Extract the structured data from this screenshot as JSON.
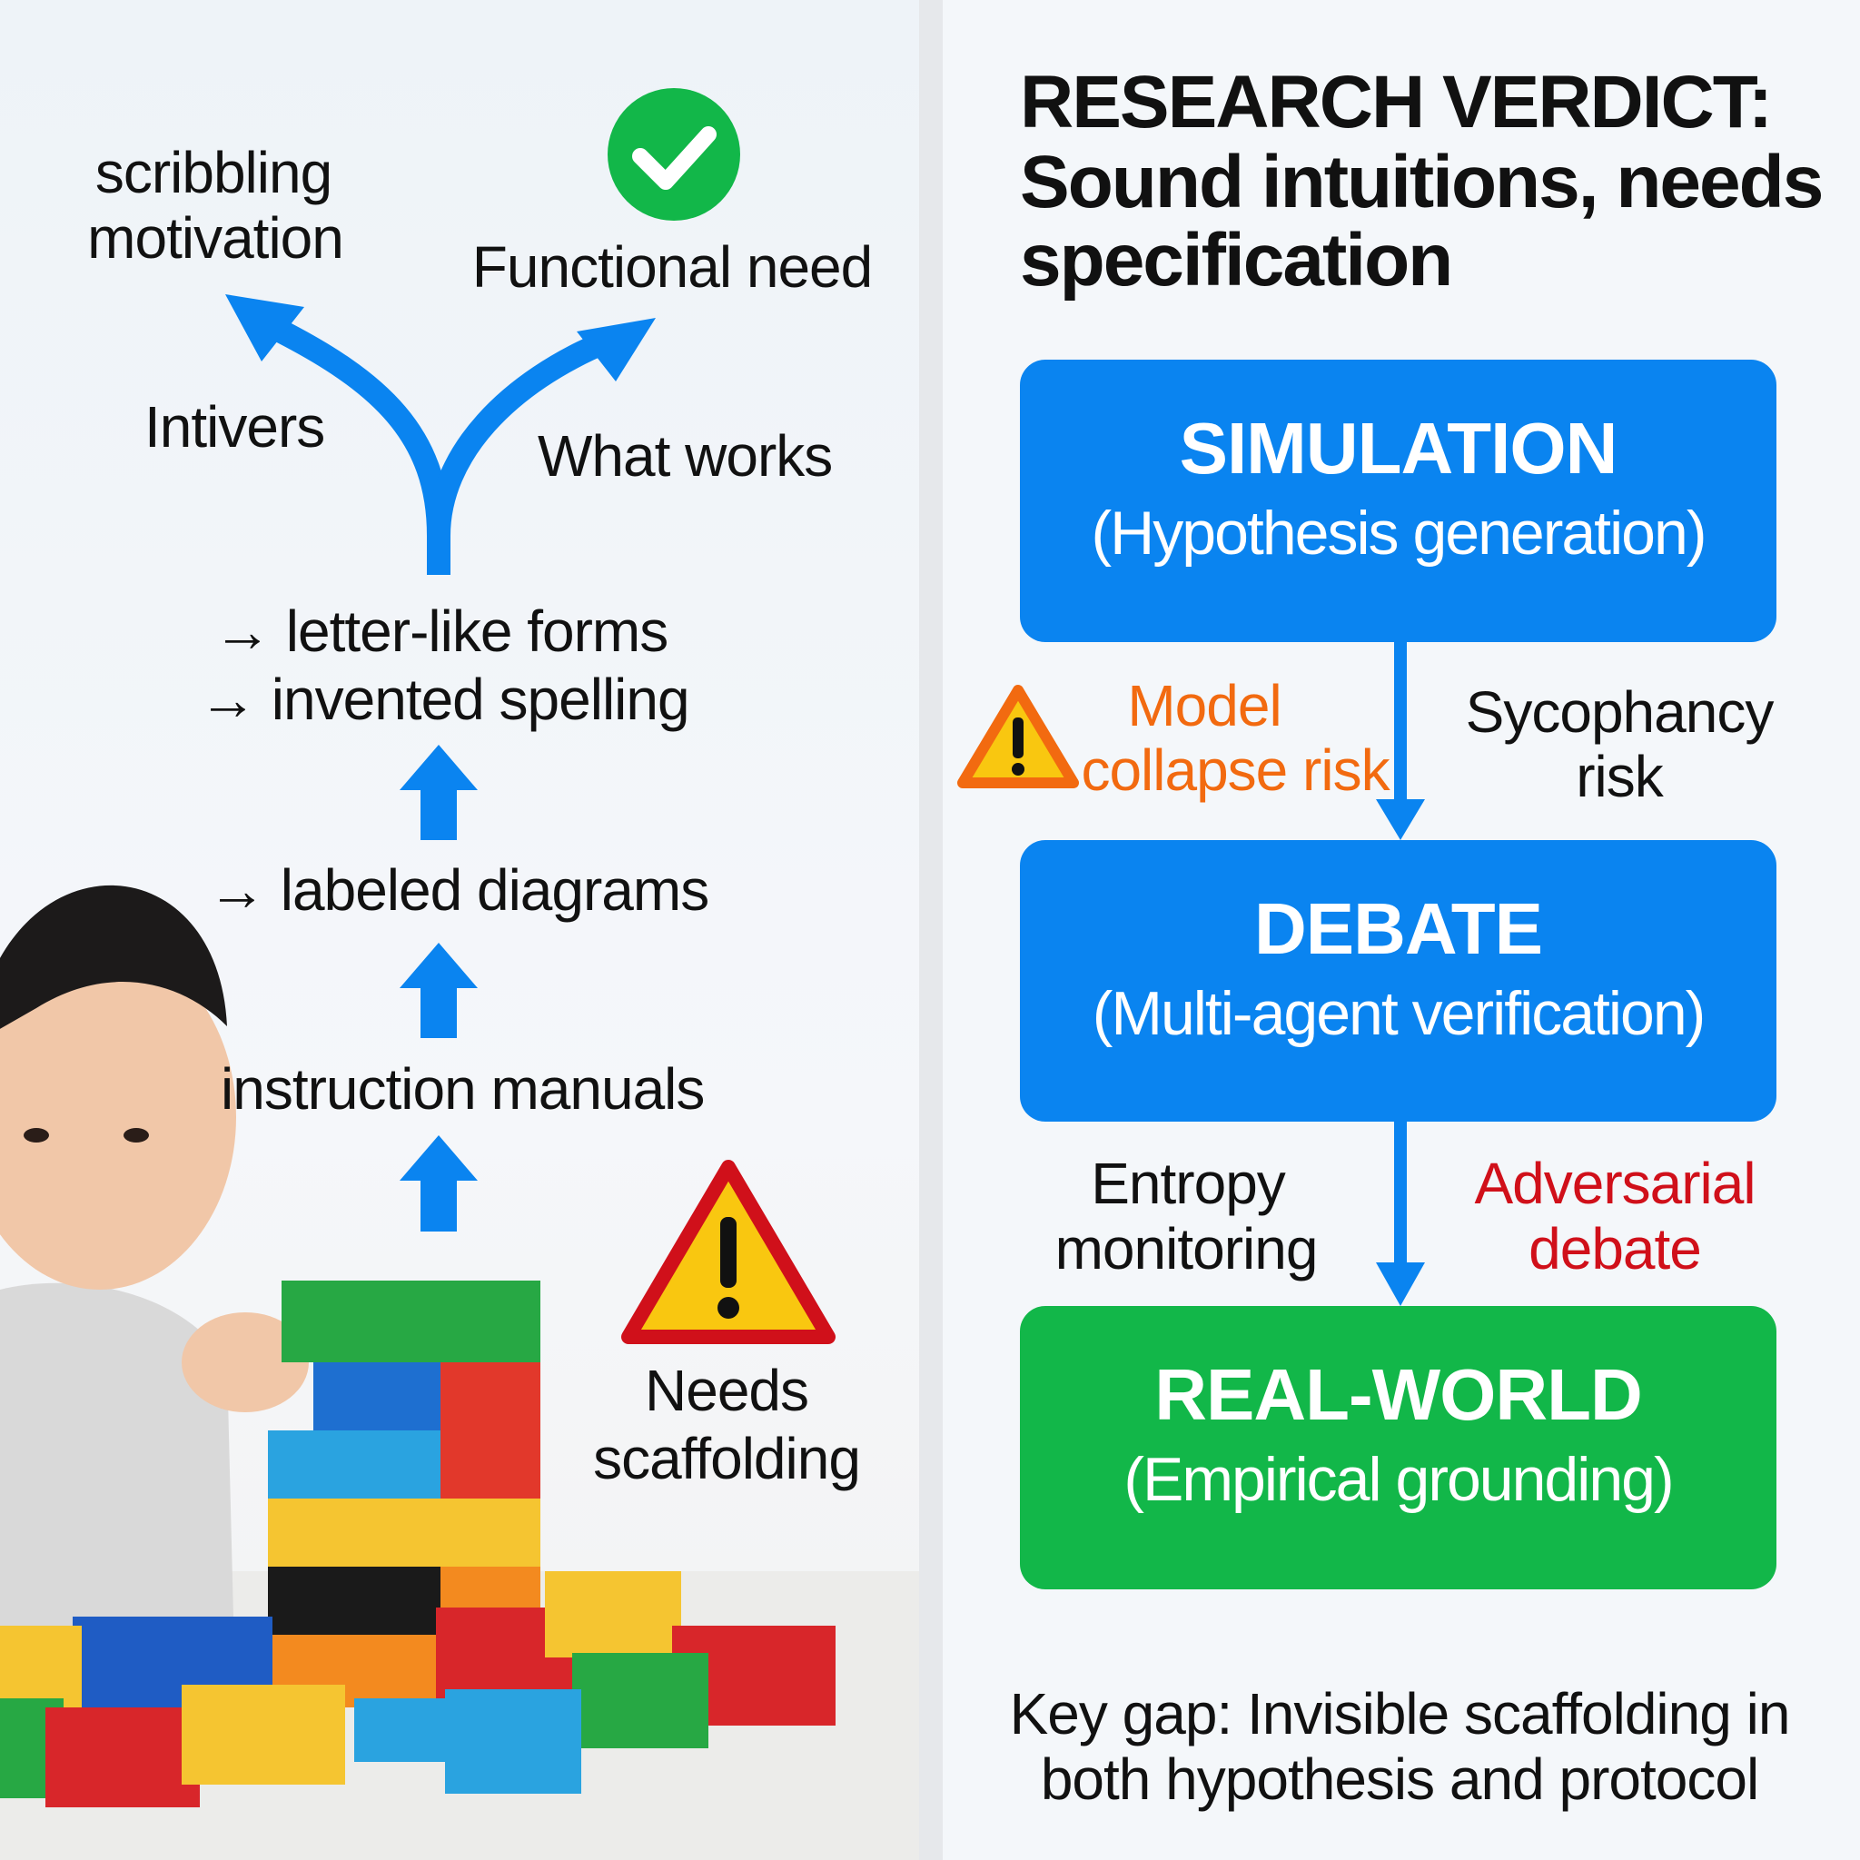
{
  "colors": {
    "primary_blue": "#0a84f0",
    "success_green": "#12b749",
    "warning_orange": "#f26a10",
    "danger_red": "#d0101a",
    "warning_yellow": "#f9c710"
  },
  "left": {
    "branch_left_top": [
      "scribbling",
      "motivation"
    ],
    "branch_left_label": "Intivers",
    "branch_right_top": "Functional need",
    "branch_right_label": "What works",
    "check_icon": "check-circle-icon",
    "stage_3": [
      "→ letter-like forms",
      "→ invented spelling"
    ],
    "stage_2": "→ labeled diagrams",
    "stage_1": "instruction manuals",
    "warning_label": [
      "Needs",
      "scaffolding"
    ],
    "warning_icon": "warning-triangle-icon"
  },
  "right": {
    "title": [
      "RESEARCH VERDICT:",
      "Sound intuitions, needs",
      "specification"
    ],
    "boxes": [
      {
        "title": "SIMULATION",
        "subtitle": "(Hypothesis generation)"
      },
      {
        "title": "DEBATE",
        "subtitle": "(Multi-agent verification)"
      },
      {
        "title": "REAL-WORLD",
        "subtitle": "(Empirical grounding)"
      }
    ],
    "risk_1_left": [
      "Model",
      "collapse risk"
    ],
    "risk_1_right": [
      "Sycophancy",
      "risk"
    ],
    "risk_2_left": [
      "Entropy",
      "monitoring"
    ],
    "risk_2_right": [
      "Adversarial",
      "debate"
    ],
    "key_gap": [
      "Key gap: Invisible scaffolding in",
      "both hypothesis and protocol"
    ]
  }
}
